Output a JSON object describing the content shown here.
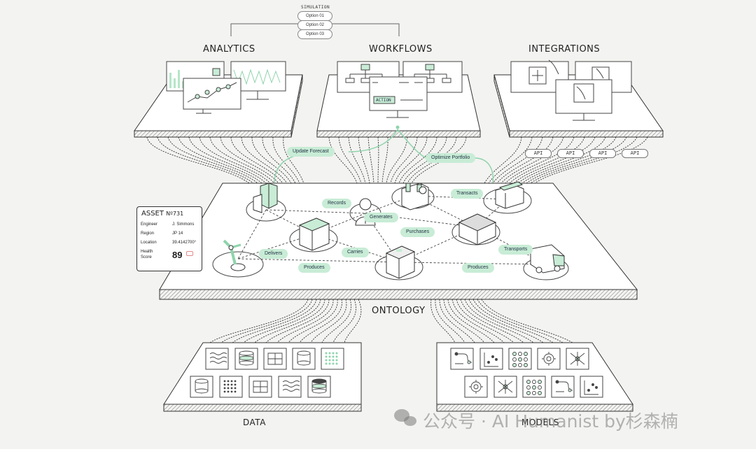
{
  "simulation": {
    "title": "SIMULATION",
    "options": [
      "Option 01",
      "Option 02",
      "Option 03"
    ]
  },
  "sections": {
    "analytics": "ANALYTICS",
    "workflows": "WORKFLOWS",
    "integrations": "INTEGRATIONS",
    "ontology": "ONTOLOGY",
    "data": "DATA",
    "models": "MODELS"
  },
  "workflow_action_label": "ACTION",
  "api_labels": [
    "API",
    "API",
    "API",
    "API"
  ],
  "flow_labels": {
    "update_forecast": "Update Forecast",
    "optimize_portfolio": "Optimize Portfolio"
  },
  "relations": {
    "records": "Records",
    "generates": "Generates",
    "purchases": "Purchases",
    "transacts": "Transacts",
    "delivers": "Delivers",
    "carries": "Carries",
    "produces_left": "Produces",
    "produces_right": "Produces",
    "transports": "Transports"
  },
  "asset_card": {
    "title": "ASSET",
    "number": "Nº731",
    "rows": [
      {
        "label": "Engineer",
        "value": "J. Simmons"
      },
      {
        "label": "Region",
        "value": "JP 14"
      },
      {
        "label": "Location",
        "value": "39.4142700°"
      }
    ],
    "health_label_1": "Health",
    "health_label_2": "Score",
    "health_score": "89"
  },
  "watermark": "公众号 · AI Humanist by杉森楠",
  "colors": {
    "accent_green": "#c8ecd6",
    "line_green": "#8fd4ac",
    "ink": "#1d1d1d",
    "platform_fill": "#ffffff",
    "background": "#f3f3f1"
  },
  "icons": {
    "data_row1": [
      "waves-icon",
      "database-highlight-icon",
      "grid-icon",
      "database-icon",
      "dot-matrix-icon"
    ],
    "data_row2": [
      "database-icon",
      "dot-matrix-icon",
      "grid-icon",
      "waves-icon",
      "database-highlight-icon"
    ],
    "models_row1": [
      "flow-nodes-icon",
      "scatter-plot-icon",
      "node-cluster-icon",
      "gear-icon",
      "network-icon"
    ],
    "models_row2": [
      "gear-icon",
      "network-icon",
      "node-cluster-icon",
      "flow-nodes-icon",
      "scatter-plot-icon"
    ]
  }
}
